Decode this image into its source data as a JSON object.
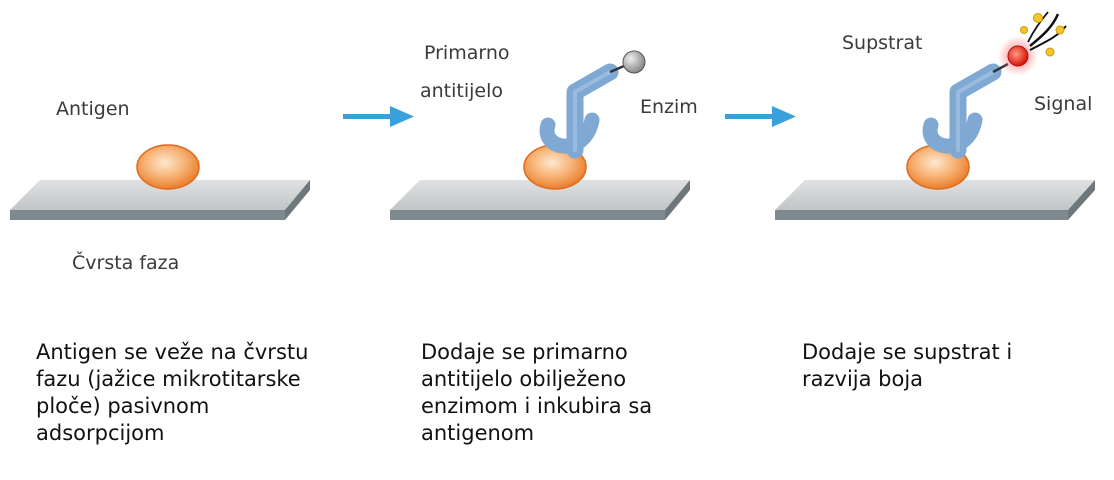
{
  "labels": {
    "antigen": "Antigen",
    "solid_phase": "Čvrsta faza",
    "primary_antibody_line1": "Primarno",
    "primary_antibody_line2": "antitijelo",
    "enzyme": "Enzim",
    "substrate": "Supstrat",
    "signal": "Signal"
  },
  "captions": [
    {
      "lines": [
        "Antigen se veže na čvrstu",
        "fazu (jažice mikrotitarske",
        "ploče) pasivnom",
        "adsorpcijom"
      ]
    },
    {
      "lines": [
        "Dodaje se primarno",
        "antitijelo obilježeno",
        "enzimom i inkubira sa",
        "antigenom"
      ]
    },
    {
      "lines": [
        "Dodaje se supstrat i",
        "razvija boja"
      ]
    }
  ],
  "colors": {
    "plate_top": "#c9cbcc",
    "plate_edge": "#7f8a90",
    "antigen": "#f3a35a",
    "antibody": "#7fa9d3",
    "arrow": "#3aa0dc",
    "enzyme": "#9a9a9a",
    "substrate": "#e2231a",
    "signal_dots": "#f5c52a"
  }
}
